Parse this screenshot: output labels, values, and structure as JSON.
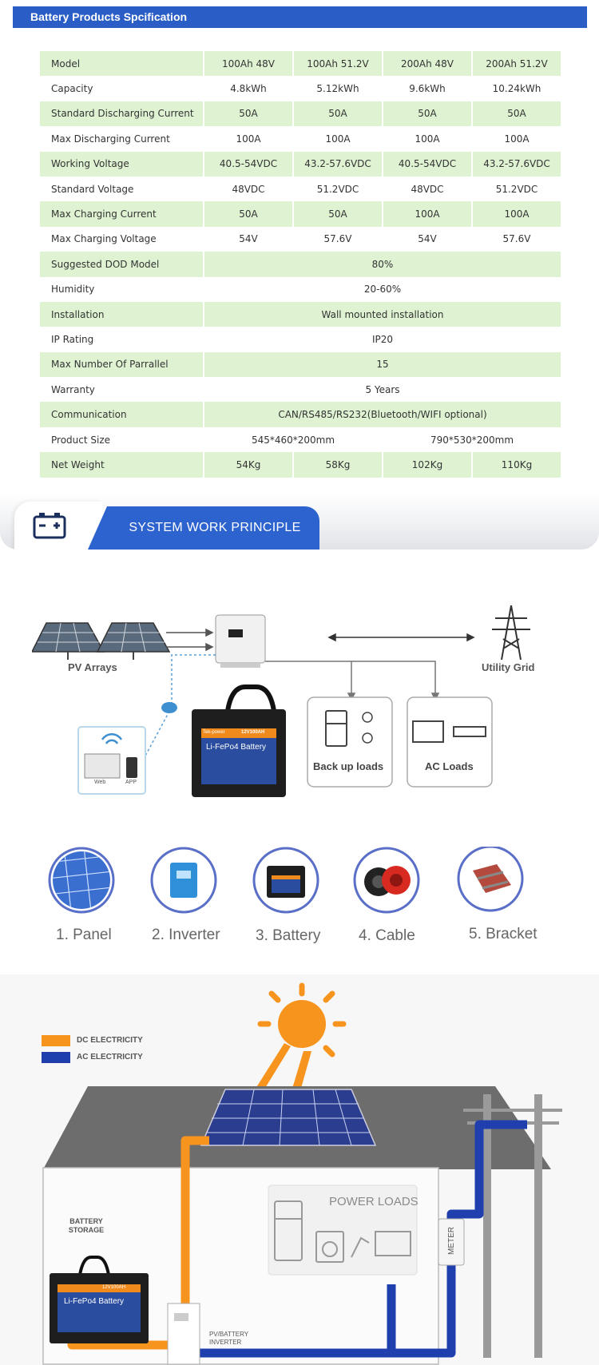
{
  "header": {
    "title": "Battery Products Spcification"
  },
  "spec_table": {
    "columns": [
      "Model",
      "100Ah 48V",
      "100Ah 51.2V",
      "200Ah 48V",
      "200Ah 51.2V"
    ],
    "rows": [
      {
        "label": "Capacity",
        "values": [
          "4.8kWh",
          "5.12kWh",
          "9.6kWh",
          "10.24kWh"
        ]
      },
      {
        "label": "Standard Discharging Current",
        "values": [
          "50A",
          "50A",
          "50A",
          "50A"
        ]
      },
      {
        "label": "Max Discharging Current",
        "values": [
          "100A",
          "100A",
          "100A",
          "100A"
        ]
      },
      {
        "label": "Working Voltage",
        "values": [
          "40.5-54VDC",
          "43.2-57.6VDC",
          "40.5-54VDC",
          "43.2-57.6VDC"
        ]
      },
      {
        "label": "Standard Voltage",
        "values": [
          "48VDC",
          "51.2VDC",
          "48VDC",
          "51.2VDC"
        ]
      },
      {
        "label": "Max Charging Current",
        "values": [
          "50A",
          "50A",
          "100A",
          "100A"
        ]
      },
      {
        "label": "Max Charging Voltage",
        "values": [
          "54V",
          "57.6V",
          "54V",
          "57.6V"
        ]
      },
      {
        "label": "Suggested DOD Model",
        "value": "80%"
      },
      {
        "label": "Humidity",
        "value": "20-60%"
      },
      {
        "label": "Installation",
        "value": "Wall mounted installation"
      },
      {
        "label": "IP Rating",
        "value": "IP20"
      },
      {
        "label": "Max Number Of Parrallel",
        "value": "15"
      },
      {
        "label": "Warranty",
        "value": "5 Years"
      },
      {
        "label": "Communication",
        "value": "CAN/RS485/RS232(Bluetooth/WIFI optional)"
      },
      {
        "label": "Product Size",
        "values": [
          "545*460*200mm",
          "790*530*200mm"
        ]
      },
      {
        "label": "Net Weight",
        "values": [
          "54Kg",
          "58Kg",
          "102Kg",
          "110Kg"
        ]
      }
    ]
  },
  "section_banner": {
    "title": "SYSTEM WORK PRINCIPLE",
    "icon": "battery-icon"
  },
  "diagram1": {
    "pv_label": "PV Arrays",
    "grid_label": "Utility Grid",
    "backup_label": "Back up loads",
    "ac_label": "AC Loads",
    "battery_brand": "Tek-power",
    "battery_capacity": "12V100AH",
    "battery_name": "Li-FePo4 Battery",
    "monitor_web": "Web",
    "monitor_app": "APP"
  },
  "components": [
    {
      "caption": "1. Panel",
      "icon": "panel-icon"
    },
    {
      "caption": "2. Inverter",
      "icon": "inverter-icon"
    },
    {
      "caption": "3. Battery",
      "icon": "battery-icon"
    },
    {
      "caption": "4. Cable",
      "icon": "cable-icon"
    },
    {
      "caption": "5. Bracket",
      "icon": "bracket-icon"
    }
  ],
  "diagram2": {
    "legend_dc": "DC ELECTRICITY",
    "legend_ac": "AC ELECTRICITY",
    "battery_storage": "BATTERY STORAGE",
    "power_loads": "POWER LOADS",
    "meter": "METER",
    "inverter": "PV/BATTERY INVERTER",
    "battery_name": "Li-FePo4 Battery",
    "battery_capacity": "12V100AH"
  },
  "colors": {
    "header_blue": "#2a5ec6",
    "row_green": "#dff3d3",
    "dc_orange": "#f7941d",
    "ac_blue": "#1f3fae"
  }
}
